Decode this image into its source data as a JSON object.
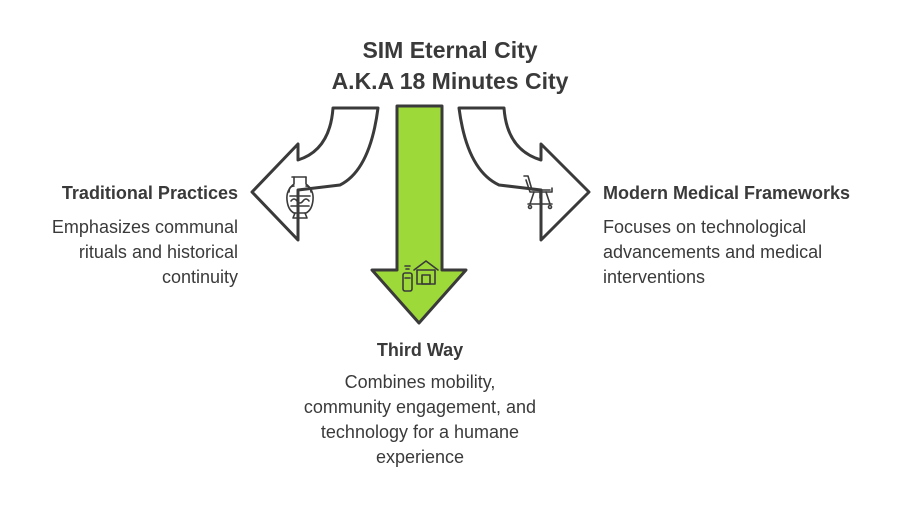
{
  "diagram": {
    "title_line1": "SIM Eternal City",
    "title_line2": "A.K.A 18 Minutes City",
    "branches": {
      "left": {
        "title": "Traditional Practices",
        "description_lines": [
          "Emphasizes communal",
          "rituals and historical",
          "continuity"
        ],
        "icon": "amphora-icon"
      },
      "center": {
        "title": "Third Way",
        "description_lines": [
          "Combines mobility,",
          "community engagement, and",
          "technology for a humane",
          "experience"
        ],
        "icon": "community-tech-icon"
      },
      "right": {
        "title": "Modern Medical Frameworks",
        "description_lines": [
          "Focuses on technological",
          "advancements and medical",
          "interventions"
        ],
        "icon": "medical-bed-icon"
      }
    },
    "colors": {
      "center_arrow_fill": "#9ed93a",
      "side_arrow_fill": "#ffffff",
      "arrow_stroke": "#3a3a3a",
      "text": "#3a3a3a"
    }
  }
}
